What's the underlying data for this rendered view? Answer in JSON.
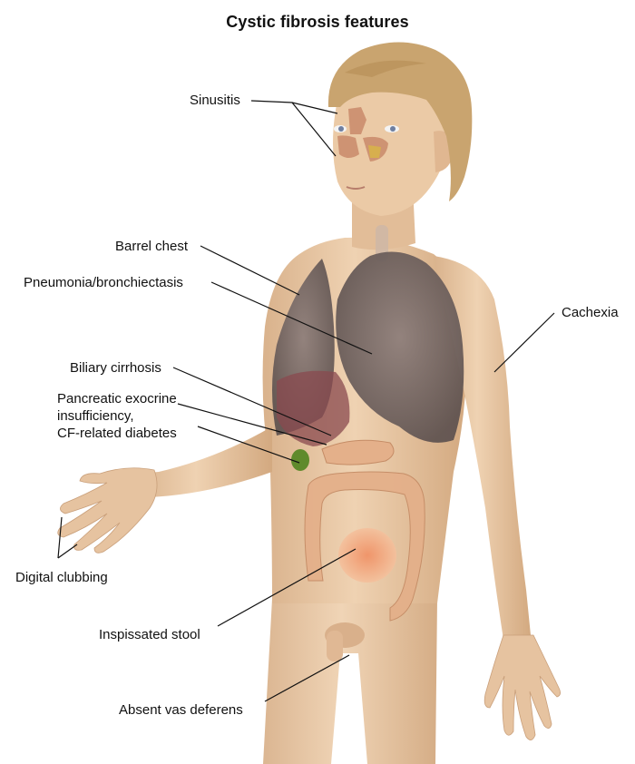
{
  "title": "Cystic fibrosis features",
  "labels": {
    "sinusitis": "Sinusitis",
    "barrel_chest": "Barrel chest",
    "pneumonia": "Pneumonia/bronchiectasis",
    "cachexia": "Cachexia",
    "biliary": "Biliary cirrhosis",
    "pancreatic": [
      "Pancreatic exocrine",
      "insufficiency,",
      "CF-related diabetes"
    ],
    "digital_clubbing": "Digital clubbing",
    "stool": "Inspissated stool",
    "vas_deferens": "Absent vas deferens"
  },
  "colors": {
    "skin": "#e8c6a2",
    "skin_shadow": "#d6ad86",
    "hair": "#c9a46f",
    "lung": "#7a6a68",
    "liver": "#8a4a4f",
    "gallbladder": "#5f8a2c",
    "intestine": "#e4b08a",
    "stool": "#e9946a",
    "sinus": "#c98a6a",
    "leader_line": "#111111"
  }
}
